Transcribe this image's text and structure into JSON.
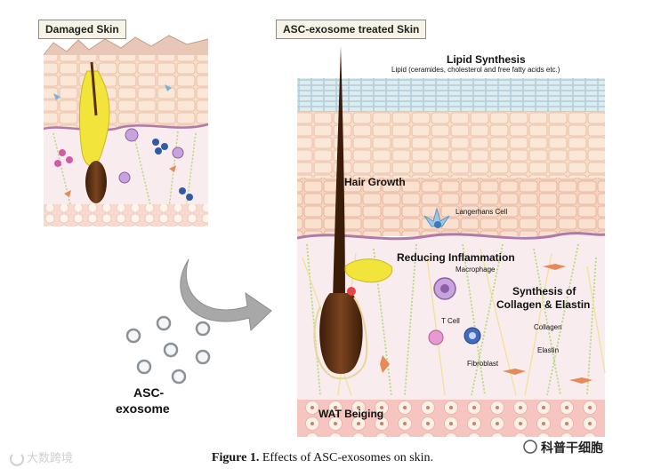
{
  "panels": {
    "left_title": "Damaged Skin",
    "right_title": "ASC-exosome treated Skin"
  },
  "labels": {
    "lipid_synthesis": "Lipid Synthesis",
    "lipid_detail": "Lipid (ceramides, cholesterol and free fatty acids etc.)",
    "hair_growth": "Hair Growth",
    "langerhans": "Langerhans Cell",
    "reducing_inflammation": "Reducing Inflammation",
    "macrophage": "Macrophage",
    "synthesis_line1": "Synthesis of",
    "synthesis_line2": "Collagen & Elastin",
    "t_cell": "T Cell",
    "collagen": "Collagen",
    "elastin": "Elastin",
    "fibroblast": "Fibroblast",
    "wat_beiging": "WAT Beiging",
    "asc_line1": "ASC-",
    "asc_line2": "exosome"
  },
  "caption": {
    "figure": "Figure 1.",
    "text": " Effects of ASC-exosomes on skin."
  },
  "watermarks": {
    "left": "大数跨境",
    "right": "科普干细胞"
  },
  "colors": {
    "epidermis": "#f6d7c2",
    "dermis": "#f9ecee",
    "membrane": "#b07aa8",
    "hair": "#5a2e0e",
    "gland": "#f2e43a",
    "fat": "#f6c7c2",
    "collagen": "#b7d97a",
    "arrow": "#9c9c9c"
  }
}
